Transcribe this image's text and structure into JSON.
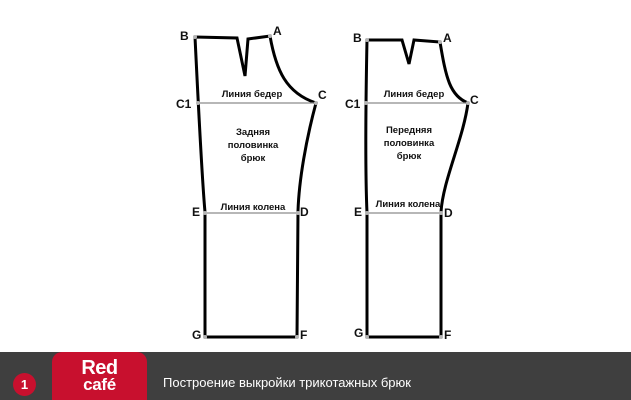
{
  "patterns": [
    {
      "points": {
        "A": "A",
        "B": "B",
        "C": "C",
        "C1": "C1",
        "D": "D",
        "E": "E",
        "F": "F",
        "G": "G"
      },
      "hip_line_label": "Линия бедер",
      "knee_line_label": "Линия колена",
      "title_lines": [
        "Задняя",
        "половинка",
        "брюк"
      ]
    },
    {
      "points": {
        "A": "A",
        "B": "B",
        "C": "C",
        "C1": "C1",
        "D": "D",
        "E": "E",
        "F": "F",
        "G": "G"
      },
      "hip_line_label": "Линия бедер",
      "knee_line_label": "Линия колена",
      "title_lines": [
        "Передняя",
        "половинка",
        "брюк"
      ]
    }
  ],
  "footer": {
    "badge_number": "1",
    "logo_line1": "Red",
    "logo_line2": "café",
    "caption": "Построение выкройки трикотажных брюк"
  },
  "colors": {
    "accent": "#c8102e",
    "footer_bg": "#3f3f3f",
    "outline": "#000000",
    "guide": "#8c8c8c"
  }
}
